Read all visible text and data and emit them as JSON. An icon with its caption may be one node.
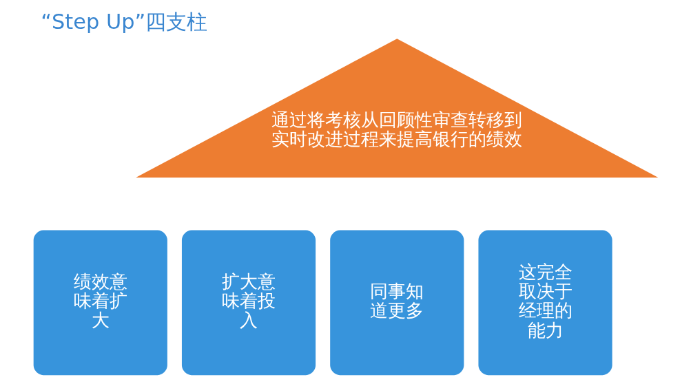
{
  "diagram": {
    "title": "“Step Up”四支柱",
    "nodes": [
      {
        "text": [
          "通过将考核从回顾性审查转移到实时改进过程来提高银行的绩效"
        ]
      },
      {
        "text": [
          "绩效意味着扩大"
        ]
      },
      {
        "text": [
          "扩大意味着投入"
        ]
      },
      {
        "text": [
          "同事知道更多"
        ]
      },
      {
        "text": [
          "这完全取决于经理的能力"
        ]
      }
    ]
  }
}
